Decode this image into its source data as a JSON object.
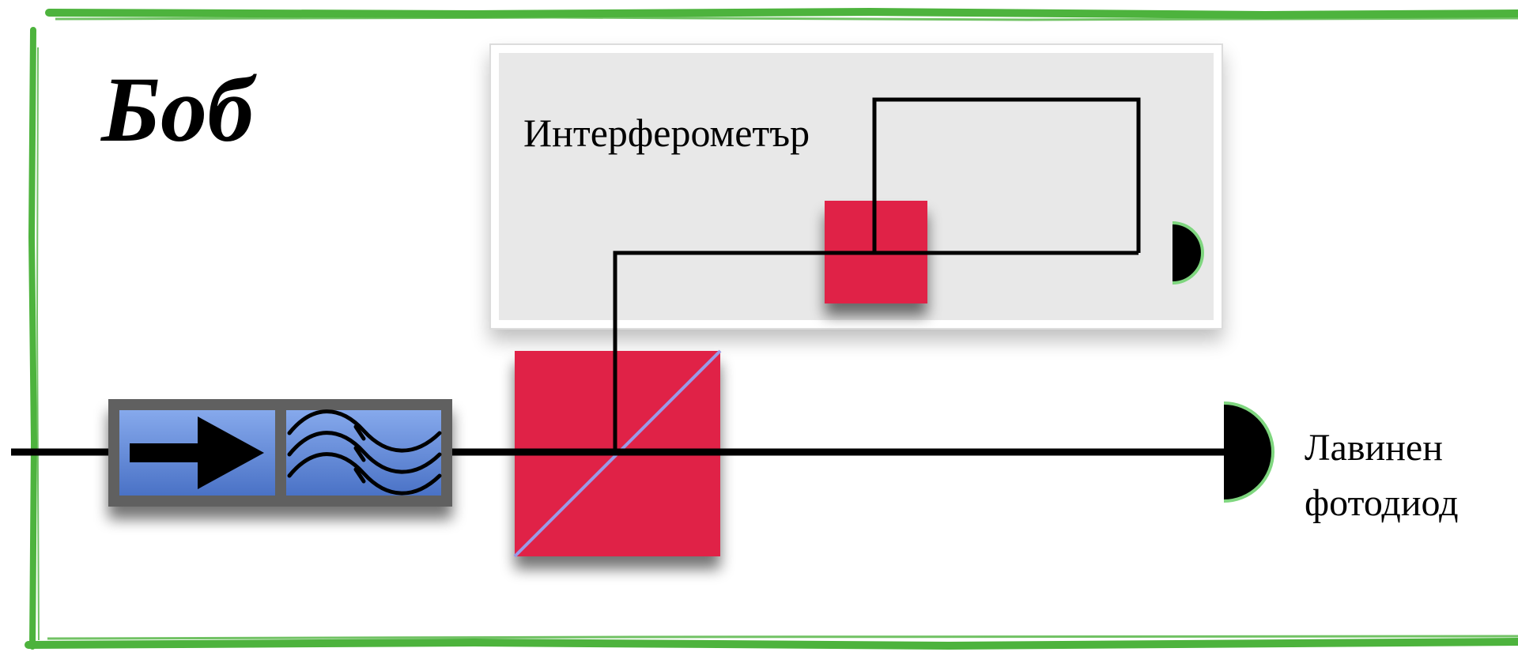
{
  "title": "Боб",
  "interferometer": {
    "label": "Интерферометър"
  },
  "detector": {
    "label_line1": "Лавинен",
    "label_line2": "фотодиод"
  },
  "colors": {
    "frame": "#4db33d",
    "component_red": "#e02047",
    "component_blue": "#4a76c9",
    "component_blue_light": "#7fa3e6",
    "housing_gray": "#606060",
    "panel_gray": "#e8e8e8",
    "detector_rim": "#7fd67f",
    "splitter_diagonal": "#9a9ae6",
    "beam": "#000000"
  },
  "icons": [
    "arrow-right-icon",
    "wavy-lines-icon",
    "detector-icon"
  ]
}
